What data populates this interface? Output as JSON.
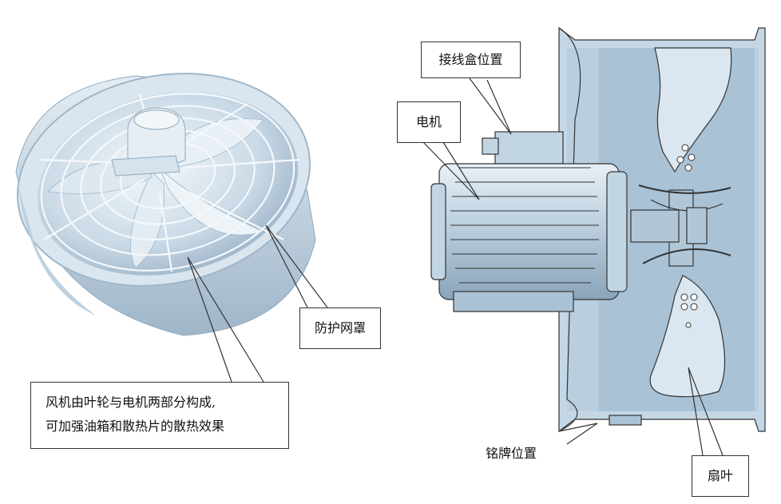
{
  "labels": {
    "junction_box": "接线盒位置",
    "motor": "电机",
    "guard": "防护网罩",
    "description_line1": "风机由叶轮与电机两部分构成,",
    "description_line2": "可加强油箱和散热片的散热效果",
    "nameplate": "铭牌位置",
    "blade": "扇叶"
  },
  "colors": {
    "fan_body": "#c9d9e6",
    "fan_shadow": "#8fa9bf",
    "duct": "#b9cfe0",
    "duct_dark": "#7f9bb3",
    "motor": "#a8bfd2",
    "outline": "#333333"
  }
}
